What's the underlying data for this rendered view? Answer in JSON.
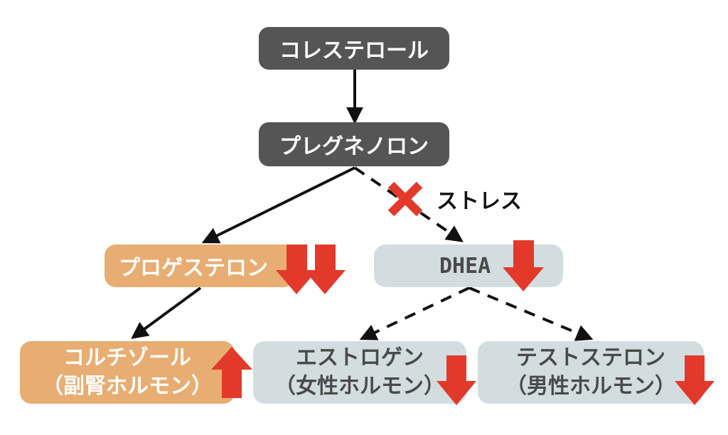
{
  "nodes": {
    "cholesterol": "コレステロール",
    "pregnenolone": "プレグネノロン",
    "progesterone": "プロゲステロン",
    "dhea": "DHEA",
    "cortisol": {
      "line1": "コルチゾール",
      "line2": "（副腎ホルモン）"
    },
    "estrogen": {
      "line1": "エストロゲン",
      "line2": "（女性ホルモン）"
    },
    "testosterone": {
      "line1": "テストステロン",
      "line2": "（男性ホルモン）"
    }
  },
  "annotations": {
    "stress": "ストレス"
  },
  "colors": {
    "dark_node": "#555555",
    "orange_node": "#e8ad72",
    "grey_node": "#d3dde0",
    "indicator_red": "#e3392a",
    "line": "#111111"
  }
}
